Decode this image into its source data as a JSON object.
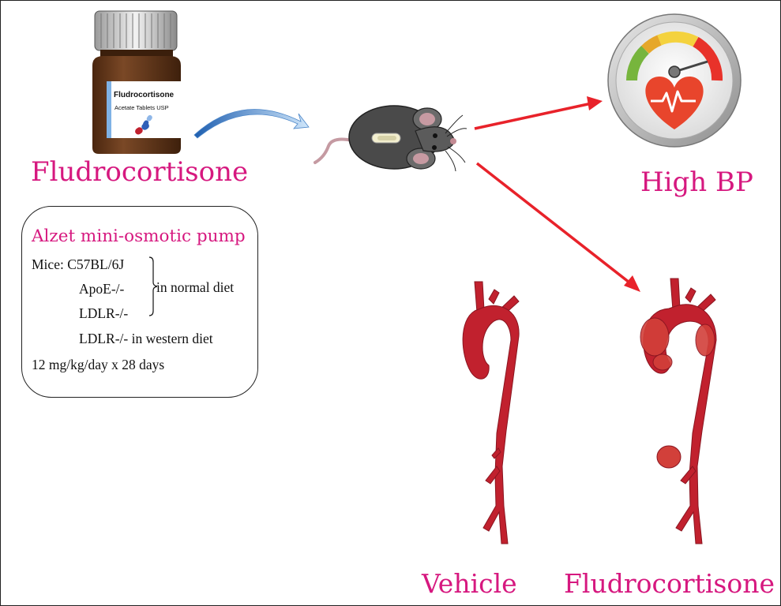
{
  "bottle": {
    "label_line1": "Fludrocortisone",
    "label_line2": "Acetate Tablets USP"
  },
  "drug_title": "Fludrocortisone",
  "outcome_label": "High BP",
  "info_box": {
    "title": "Alzet mini-osmotic pump",
    "line_mice": "Mice: C57BL/6J",
    "line_apoe": "ApoE-/-",
    "line_ldlr": "LDLR-/-",
    "bracket_note": "in normal diet",
    "line_ldlr_western": "LDLR-/- in western diet",
    "line_dose": "12 mg/kg/day x 28 days"
  },
  "aorta_labels": {
    "left": "Vehicle",
    "right": "Fludrocortisone"
  },
  "colors": {
    "label_magenta": "#d6187f",
    "arrow_red": "#e8222a",
    "aorta_red": "#c1212e",
    "bottle_brown": "#5e3419",
    "curve_arrow_blue": "#7fb7e6"
  }
}
